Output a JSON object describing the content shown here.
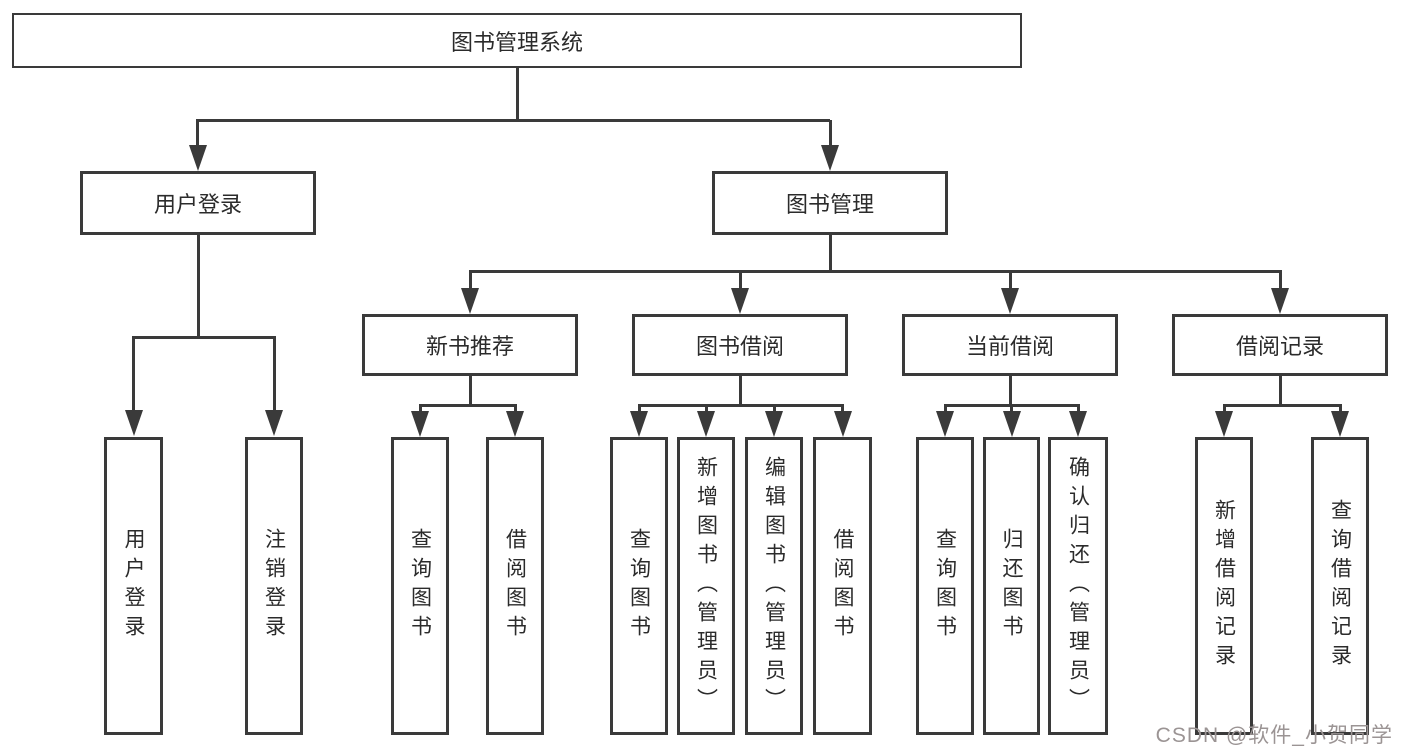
{
  "colors": {
    "line": "#3a3a3a",
    "box_border": "#3a3a3a",
    "box_background": "#ffffff",
    "text": "#2b2b2b",
    "watermark": "#9b9494",
    "page_background": "#ffffff"
  },
  "watermark": "CSDN @软件_小贺同学",
  "tree": {
    "root": {
      "label": "图书管理系统",
      "children": [
        {
          "label": "用户登录",
          "children": [
            {
              "label": "用户登录"
            },
            {
              "label": "注销登录"
            }
          ]
        },
        {
          "label": "图书管理",
          "children": [
            {
              "label": "新书推荐",
              "children": [
                {
                  "label": "查询图书"
                },
                {
                  "label": "借阅图书"
                }
              ]
            },
            {
              "label": "图书借阅",
              "children": [
                {
                  "label": "查询图书"
                },
                {
                  "label": "新增图书（管理员）"
                },
                {
                  "label": "编辑图书（管理员）"
                },
                {
                  "label": "借阅图书"
                }
              ]
            },
            {
              "label": "当前借阅",
              "children": [
                {
                  "label": "查询图书"
                },
                {
                  "label": "归还图书"
                },
                {
                  "label": "确认归还（管理员）"
                }
              ]
            },
            {
              "label": "借阅记录",
              "children": [
                {
                  "label": "新增借阅记录"
                },
                {
                  "label": "查询借阅记录"
                }
              ]
            }
          ]
        }
      ]
    }
  }
}
